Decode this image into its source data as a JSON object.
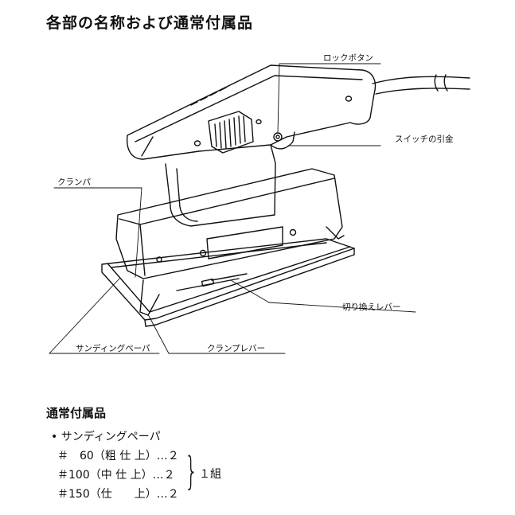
{
  "title": "各部の名称および通常付属品",
  "labels": {
    "lock_button": "ロックボタン",
    "switch_trigger": "スイッチの引金",
    "clamper": "クランパ",
    "switch_lever": "切り換えレバー",
    "sanding_paper": "サンディングペーパ",
    "clamp_lever": "クランプレバー"
  },
  "accessories": {
    "title": "通常付属品",
    "item": "• サンディングペーパ",
    "rows": [
      "＃　60（粗 仕 上）…２",
      "＃100（中 仕 上）…２",
      "＃150（仕　　上）…２"
    ],
    "set_label": "１組"
  }
}
